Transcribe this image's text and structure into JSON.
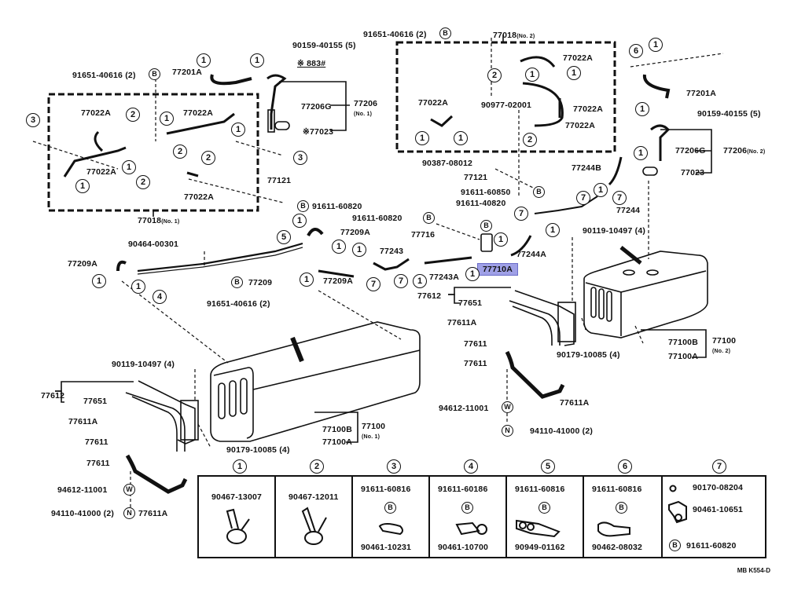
{
  "diagram": {
    "code": "MB K554-D",
    "highlighted_part": "77710A",
    "note_symbol": "※ 883#",
    "groups": [
      {
        "id": "77018",
        "qualifier": "No. 1"
      },
      {
        "id": "77018",
        "qualifier": "No. 2"
      }
    ],
    "labels": {
      "l01": "91651-40616 (2)",
      "l02": "77201A",
      "l03": "90159-40155 (5)",
      "l04": "※ 883#",
      "l05": "77022A",
      "l06": "77022A",
      "l07": "77022A",
      "l08": "77022A",
      "l09": "77206G",
      "l10": "77206",
      "l10s": "(No. 1)",
      "l11": "※77023",
      "l12": "77121",
      "l13": "91611-60820",
      "l14": "77018",
      "l14s": "(No. 1)",
      "l15": "91651-40616 (2)",
      "l16": "77018",
      "l16s": "(No. 2)",
      "l17": "77022A",
      "l18": "77022A",
      "l19": "90977-02001",
      "l20": "77022A",
      "l21": "77022A",
      "l22": "77201A",
      "l23": "90159-40155 (5)",
      "l24": "77206G",
      "l25": "77206",
      "l25s": "(No. 2)",
      "l26": "77023",
      "l27": "77244B",
      "l28": "90387-08012",
      "l29": "77121",
      "l30": "91611-60850",
      "l31": "91611-40820",
      "l32": "91611-60820",
      "l33": "77716",
      "l34": "77244",
      "l35": "90119-10497 (4)",
      "l36": "77244A",
      "l37": "90464-00301",
      "l38": "77209A",
      "l39": "77209A",
      "l40": "77209",
      "l41": "91651-40616 (2)",
      "l42": "77243",
      "l43": "77209A",
      "l44": "77243A",
      "l45": "77710A",
      "l46": "77612",
      "l47": "77651",
      "l48": "77611A",
      "l49": "77611",
      "l50": "77611",
      "l51": "90179-10085 (4)",
      "l52": "77100B",
      "l53": "77100",
      "l53s": "(No. 2)",
      "l54": "77100A",
      "l55": "77611A",
      "l56": "94612-11001",
      "l57": "94110-41000 (2)",
      "l58": "90119-10497 (4)",
      "l59": "77612",
      "l60": "77651",
      "l61": "77611A",
      "l62": "77611",
      "l63": "77611",
      "l64": "94612-11001",
      "l65": "94110-41000 (2)",
      "l66": "77611A",
      "l67": "90179-10085 (4)",
      "l68": "77100B",
      "l69": "77100",
      "l69s": "(No. 1)",
      "l70": "77100A"
    },
    "legend": [
      {
        "num": "1",
        "parts": [
          "90467-13007"
        ]
      },
      {
        "num": "2",
        "parts": [
          "90467-12011"
        ]
      },
      {
        "num": "3",
        "parts": [
          "91611-60816",
          "90461-10231"
        ]
      },
      {
        "num": "4",
        "parts": [
          "91611-60186",
          "90461-10700"
        ]
      },
      {
        "num": "5",
        "parts": [
          "91611-60816",
          "90949-01162"
        ]
      },
      {
        "num": "6",
        "parts": [
          "91611-60816",
          "90462-08032"
        ]
      },
      {
        "num": "7",
        "parts": [
          "90170-08204",
          "90461-10651",
          "91611-60820"
        ]
      }
    ],
    "symbols": {
      "bolt": "B",
      "washer": "W",
      "nut": "N"
    }
  }
}
